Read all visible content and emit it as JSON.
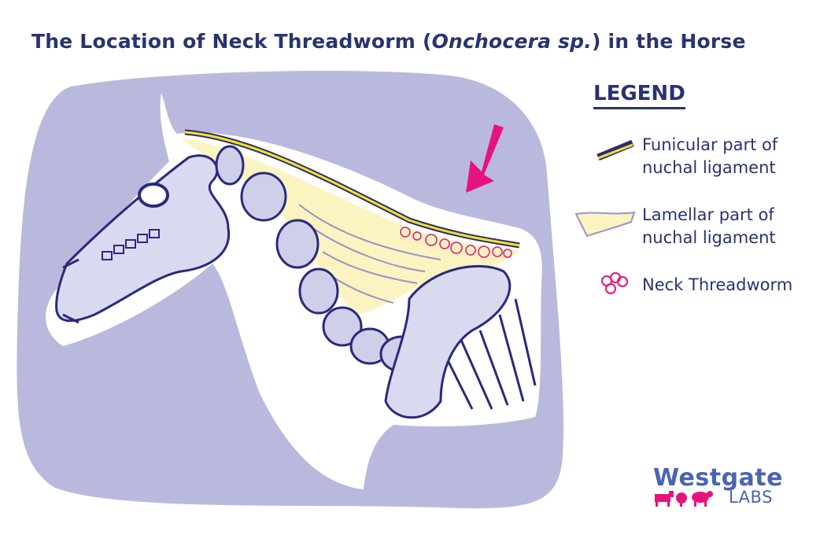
{
  "title": {
    "prefix": "The Location of Neck Threadworm (",
    "italic": "Onchocera sp.",
    "suffix": ") in the Horse"
  },
  "legend": {
    "heading": "LEGEND",
    "items": [
      {
        "line1": "Funicular part of",
        "line2": "nuchal ligament",
        "icon": "funicular-ligament-swatch"
      },
      {
        "line1": "Lamellar part of",
        "line2": "nuchal ligament",
        "icon": "lamellar-ligament-swatch"
      },
      {
        "line1": "Neck Threadworm",
        "icon": "threadworm-swatch"
      }
    ]
  },
  "logo": {
    "top": "Westgate",
    "bottom": "LABS"
  },
  "colors": {
    "background_blob": "#b9b9de",
    "bone_fill": "#d9d9f0",
    "outline": "#2a2a7c",
    "funicular": "#f5e51b",
    "lamellar": "#fbf4c0",
    "threadworm": "#e8127c",
    "text": "#283370",
    "logo": "#4a64b0"
  }
}
